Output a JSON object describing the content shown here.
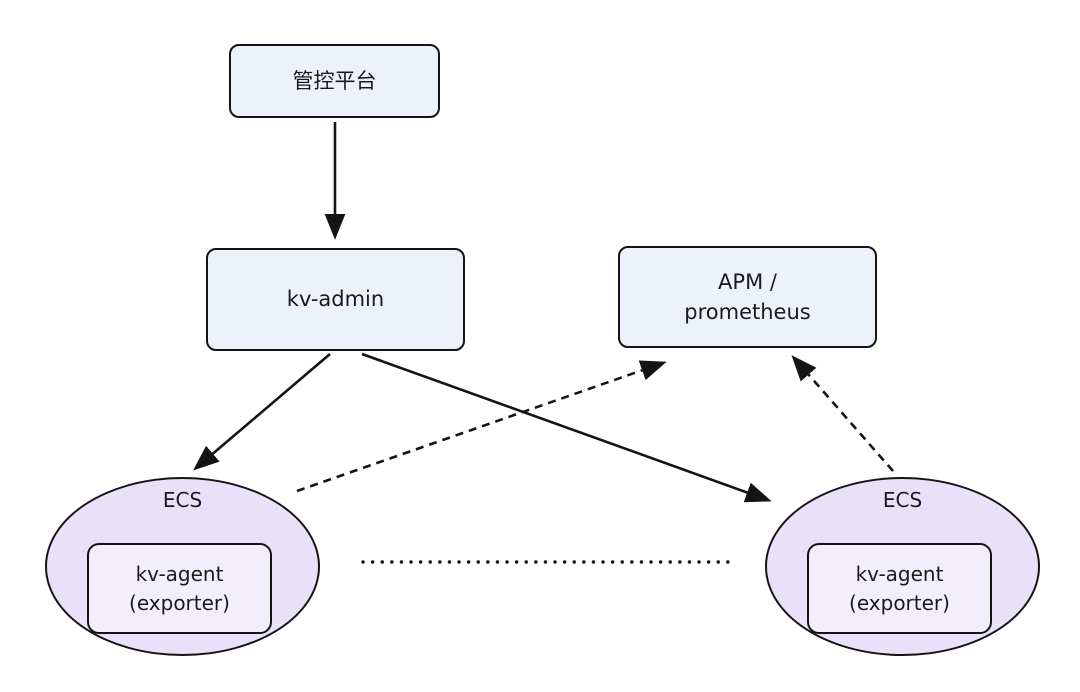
{
  "nodes": {
    "mgmt": {
      "label": "管控平台"
    },
    "kv_admin": {
      "label": "kv-admin"
    },
    "apm": {
      "line1": "APM /",
      "line2": "prometheus"
    },
    "ecs_left": {
      "label": "ECS",
      "agent": {
        "line1": "kv-agent",
        "line2": "(exporter)"
      }
    },
    "ecs_right": {
      "label": "ECS",
      "agent": {
        "line1": "kv-agent",
        "line2": "(exporter)"
      }
    }
  },
  "edges": [
    {
      "from": "管控平台",
      "to": "kv-admin",
      "style": "solid-arrow"
    },
    {
      "from": "kv-admin",
      "to": "ECS-left",
      "style": "solid-arrow"
    },
    {
      "from": "kv-admin",
      "to": "ECS-right",
      "style": "solid-arrow"
    },
    {
      "from": "ECS-left",
      "to": "APM / prometheus",
      "style": "dashed-arrow"
    },
    {
      "from": "ECS-right",
      "to": "APM / prometheus",
      "style": "dashed-arrow"
    },
    {
      "from": "ECS-left",
      "to": "ECS-right",
      "style": "dotted-line"
    }
  ],
  "colors": {
    "box_fill": "#edf1fb",
    "ellipse_fill": "#e9e1f8",
    "inner_box_fill": "#f3eefc",
    "border": "#141414",
    "background": "#ffffff"
  }
}
